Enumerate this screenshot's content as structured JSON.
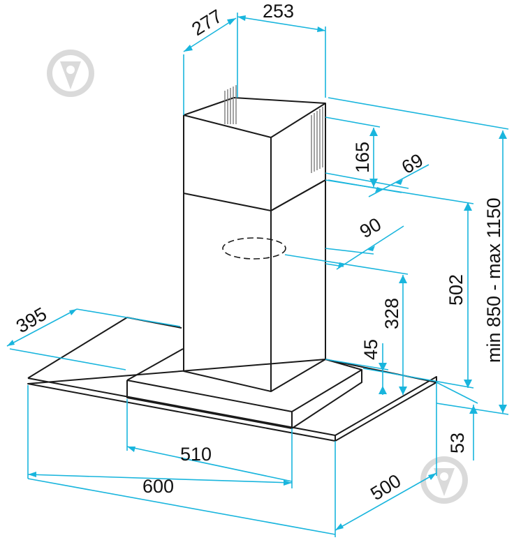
{
  "dimensions": {
    "chimney_depth": "277",
    "chimney_width": "253",
    "vent_height": "165",
    "vent_offset": "69",
    "outlet_offset": "90",
    "chimney_lower_height": "502",
    "outlet_height": "328",
    "base_height": "45",
    "total_height": "min 850 - max 1150",
    "glass_depth": "395",
    "body_width": "510",
    "total_width": "600",
    "total_depth": "500",
    "canopy_height": "53"
  },
  "colors": {
    "dimension_line": "#19b5dd",
    "outline": "#1a1a1a",
    "watermark": "#d7d7d7"
  },
  "icons": [
    "watermark-logo-icon"
  ]
}
